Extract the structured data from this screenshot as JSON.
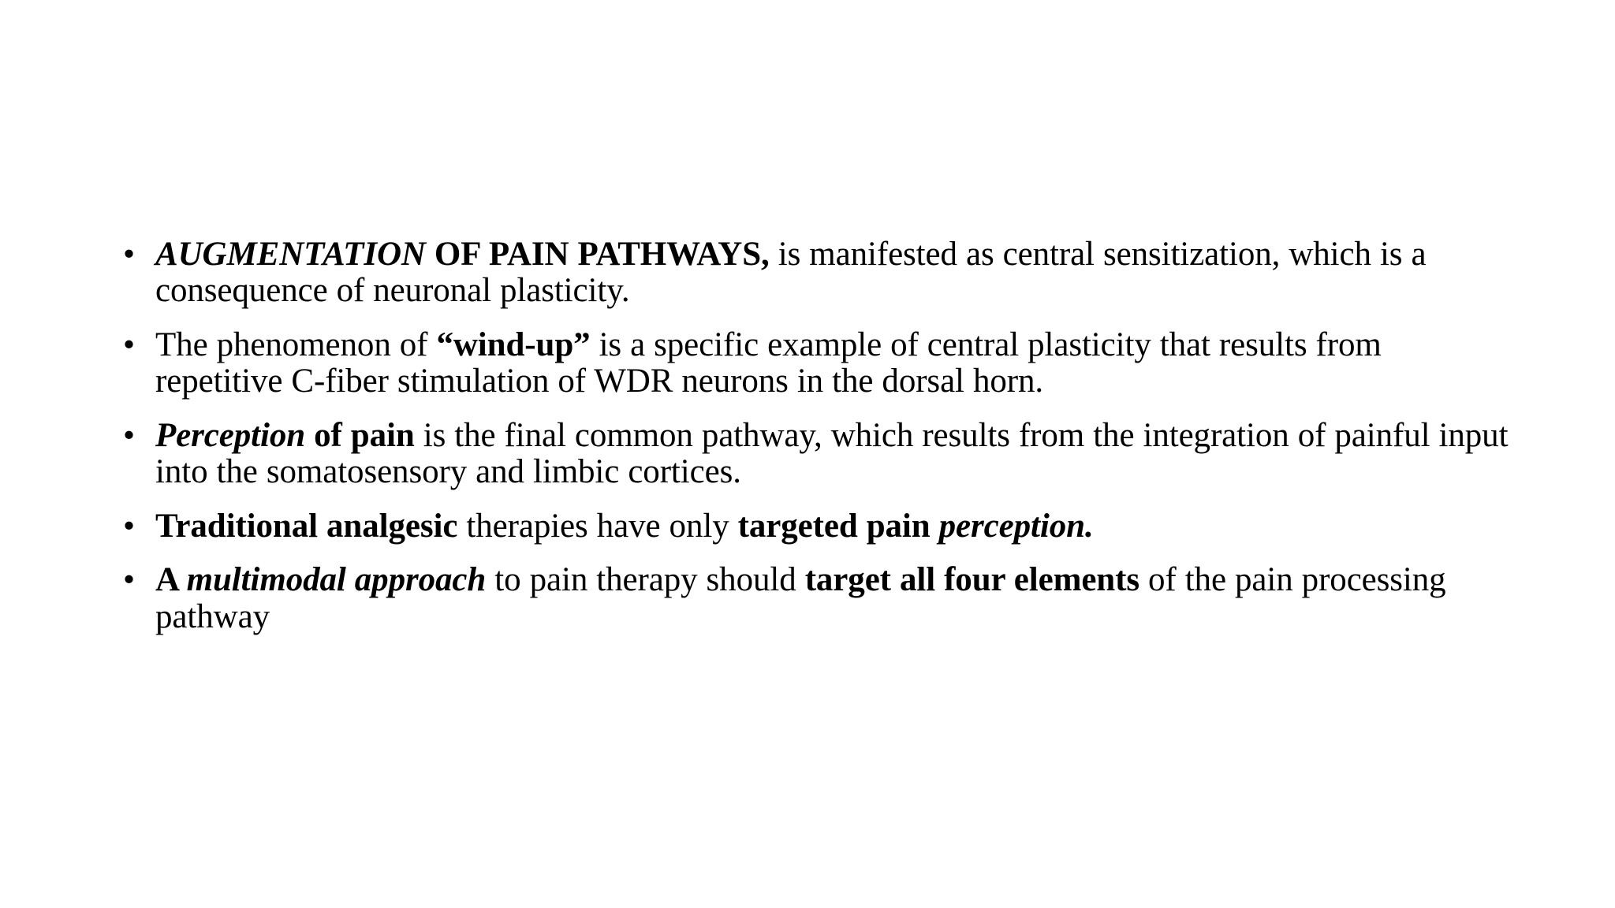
{
  "slide": {
    "background_color": "#ffffff",
    "text_color": "#000000",
    "bullet_glyph": "•"
  },
  "content": {
    "bullets": [
      {
        "id": "augmentation-of-pain-pathways",
        "plain_text": "AUGMENTATION OF PAIN PATHWAYS, is manifested as central sensitization, which is a consequence of neuronal plasticity.",
        "runs": [
          {
            "text": "AUGMENTATION",
            "style": "bold-italic"
          },
          {
            "text": " OF PAIN PATHWAYS,",
            "style": "bold"
          },
          {
            "text": " is manifested as central sensitization, which is a consequence of neuronal plasticity.",
            "style": "regular"
          }
        ]
      },
      {
        "id": "wind-up-phenomenon",
        "plain_text": " The phenomenon of “wind-up” is a specific example of central plasticity that results from repetitive C-fiber stimulation of WDR neurons in the dorsal horn.",
        "runs": [
          {
            "text": " The phenomenon of ",
            "style": "regular"
          },
          {
            "text": "“wind-up”",
            "style": "bold"
          },
          {
            "text": " is a specific example of central plasticity that results from repetitive C-fiber stimulation of WDR neurons in the dorsal horn.",
            "style": "regular"
          }
        ]
      },
      {
        "id": "perception-of-pain",
        "plain_text": "Perception of pain is the final common pathway, which results from the integration of painful input into the somatosensory and limbic cortices.",
        "runs": [
          {
            "text": "Perception",
            "style": "bold-italic"
          },
          {
            "text": " of pain",
            "style": "bold"
          },
          {
            "text": " is the final common pathway, which results from the integration of painful input into the somatosensory and limbic cortices.",
            "style": "regular"
          }
        ]
      },
      {
        "id": "traditional-analgesic-therapies",
        "plain_text": "Traditional analgesic therapies have only targeted pain perception.",
        "runs": [
          {
            "text": "Traditional analgesic",
            "style": "bold"
          },
          {
            "text": " therapies have only ",
            "style": "regular"
          },
          {
            "text": "targeted pain ",
            "style": "bold"
          },
          {
            "text": "perception.",
            "style": "bold-italic"
          }
        ]
      },
      {
        "id": "multimodal-approach",
        "plain_text": " A multimodal approach to pain therapy should target all four elements of the pain processing pathway",
        "runs": [
          {
            "text": " A ",
            "style": "bold"
          },
          {
            "text": "multimodal approach",
            "style": "bold-italic"
          },
          {
            "text": " to pain therapy should ",
            "style": "regular"
          },
          {
            "text": "target all four elements",
            "style": "bold"
          },
          {
            "text": " of the pain processing pathway",
            "style": "regular"
          }
        ]
      }
    ]
  }
}
